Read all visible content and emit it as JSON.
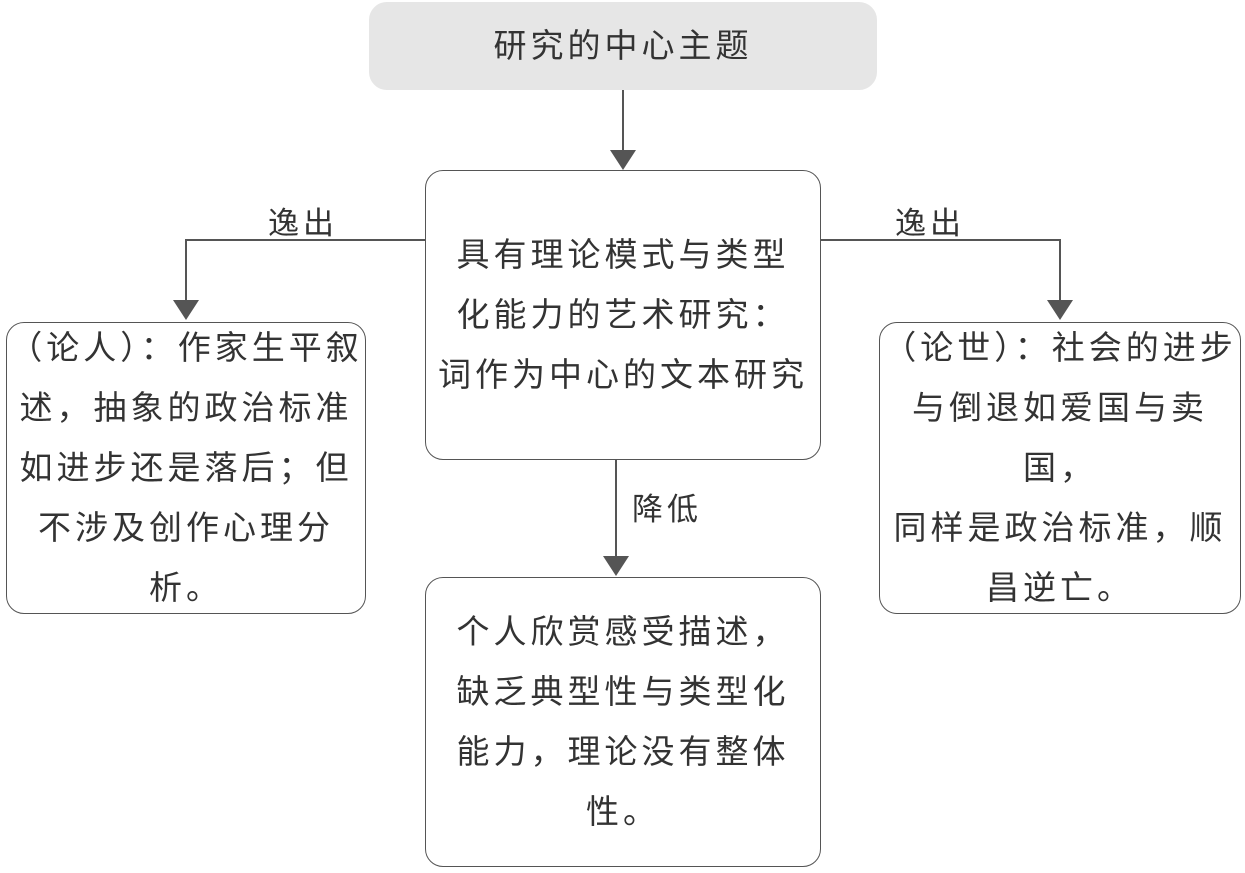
{
  "nodes": {
    "top": {
      "lines": [
        "研究的中心主题"
      ]
    },
    "center": {
      "lines": [
        "具有理论模式与类型",
        "化能力的艺术研究：",
        "词作为中心的文本研究"
      ]
    },
    "left": {
      "lines": [
        "（论人）：作家生平叙",
        "述，抽象的政治标准",
        "如进步还是落后；但",
        "不涉及创作心理分析。"
      ]
    },
    "right": {
      "lines": [
        "（论世）：社会的进步",
        "与倒退如爱国与卖国，",
        "同样是政治标准，顺",
        "昌逆亡。"
      ]
    },
    "bottom": {
      "lines": [
        "个人欣赏感受描述，",
        "缺乏典型性与类型化",
        "能力，理论没有整体性。"
      ]
    }
  },
  "edges": {
    "left_label": "逸出",
    "right_label": "逸出",
    "bottom_label": "降低"
  },
  "colors": {
    "line": "#555555",
    "top_fill": "#e6e6e6",
    "text": "#333333"
  }
}
